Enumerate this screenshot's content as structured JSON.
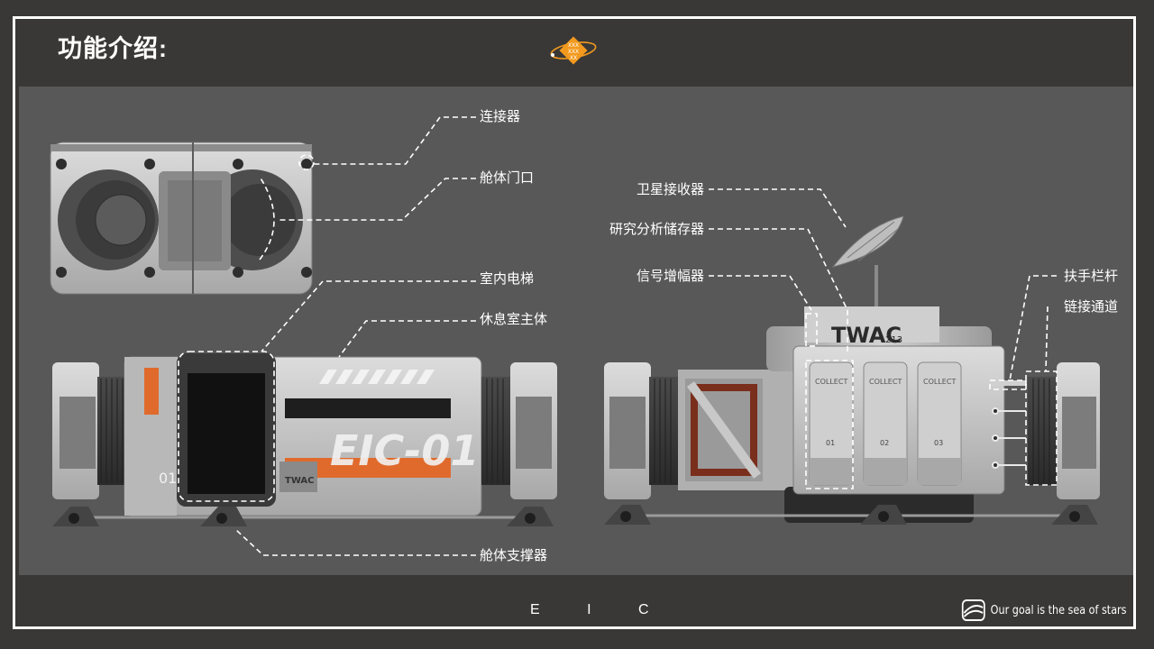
{
  "title": "功能介绍:",
  "footer": {
    "text": "E I C",
    "slogan": "Our goal is the sea of stars"
  },
  "labels": {
    "connector": "连接器",
    "cabin_door": "舱体门口",
    "elevator": "室内电梯",
    "lounge_main": "休息室主体",
    "cabin_support": "舱体支撑器",
    "satellite_receiver": "卫星接收器",
    "research_storage": "研究分析储存器",
    "signal_amplifier": "信号增幅器",
    "handrail": "扶手栏杆",
    "link_channel": "链接通道"
  },
  "module_markings": {
    "hull_code": "EIC-01",
    "side_number": "01",
    "brand": "TWAC",
    "brand_number": "213",
    "collect_label": "COLLECT",
    "bay_numbers": [
      "01",
      "02",
      "03"
    ]
  },
  "colors": {
    "accent_orange": "#e06a2c",
    "logo_orange": "#f39a1e",
    "panel_bg": "#585858",
    "frame_bg": "#3a3836"
  }
}
